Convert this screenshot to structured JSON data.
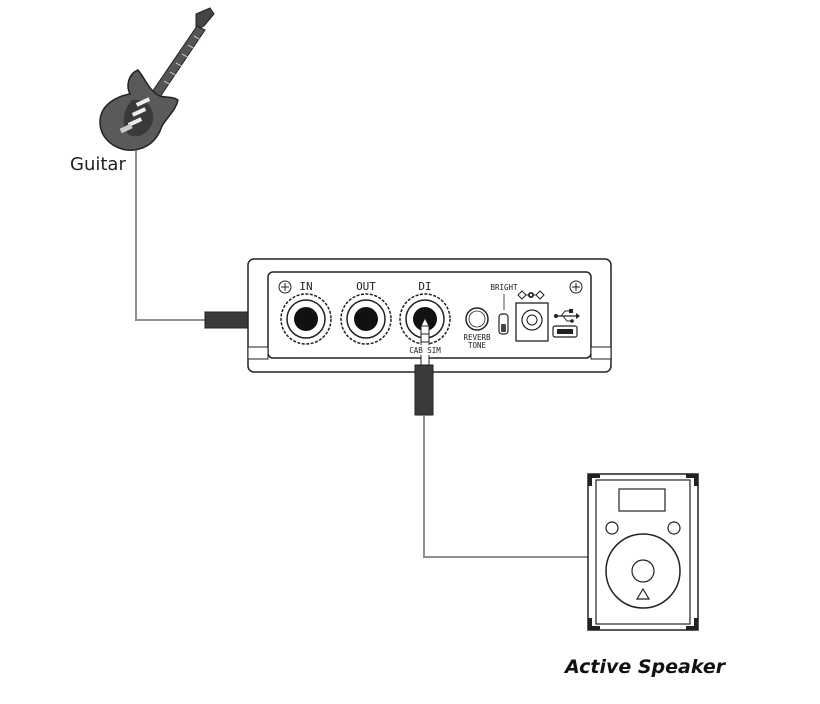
{
  "labels": {
    "guitar": "Guitar",
    "speaker": "Active Speaker"
  },
  "device": {
    "jacks": {
      "in": "IN",
      "out": "OUT",
      "di": "DI",
      "cab_sim": "CAB SIM"
    },
    "controls": {
      "reverb": "REVERB",
      "tone": "TONE",
      "bright": "BRIGHT"
    }
  },
  "icons": {
    "guitar": "electric-guitar-icon",
    "speaker": "speaker-cabinet-icon",
    "usb": "usb-icon",
    "power_polarity": "dc-polarity-icon"
  },
  "colors": {
    "line": "#222222",
    "body_gray": "#555555",
    "plug": "#3a3a3a"
  }
}
